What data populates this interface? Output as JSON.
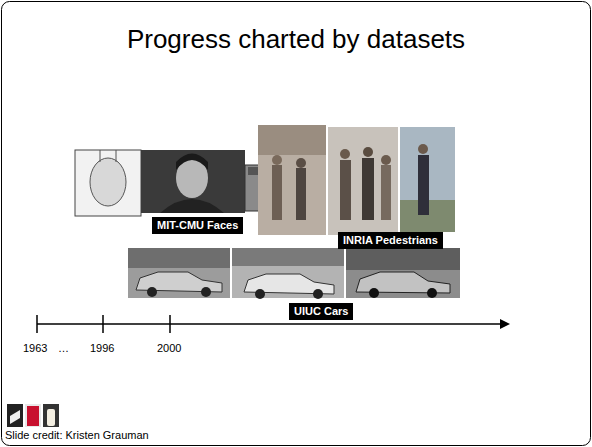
{
  "diagram": {
    "title": "Progress charted by datasets",
    "nodes": [
      {
        "text": [
          "MIT-CMU Faces"
        ]
      },
      {
        "text": [
          "INRIA Pedestrians"
        ]
      },
      {
        "text": [
          "UIUC Cars"
        ]
      }
    ],
    "labels": [
      "1963",
      "…",
      "1996",
      "2000",
      "Slide credit: Kristen Grauman"
    ]
  }
}
